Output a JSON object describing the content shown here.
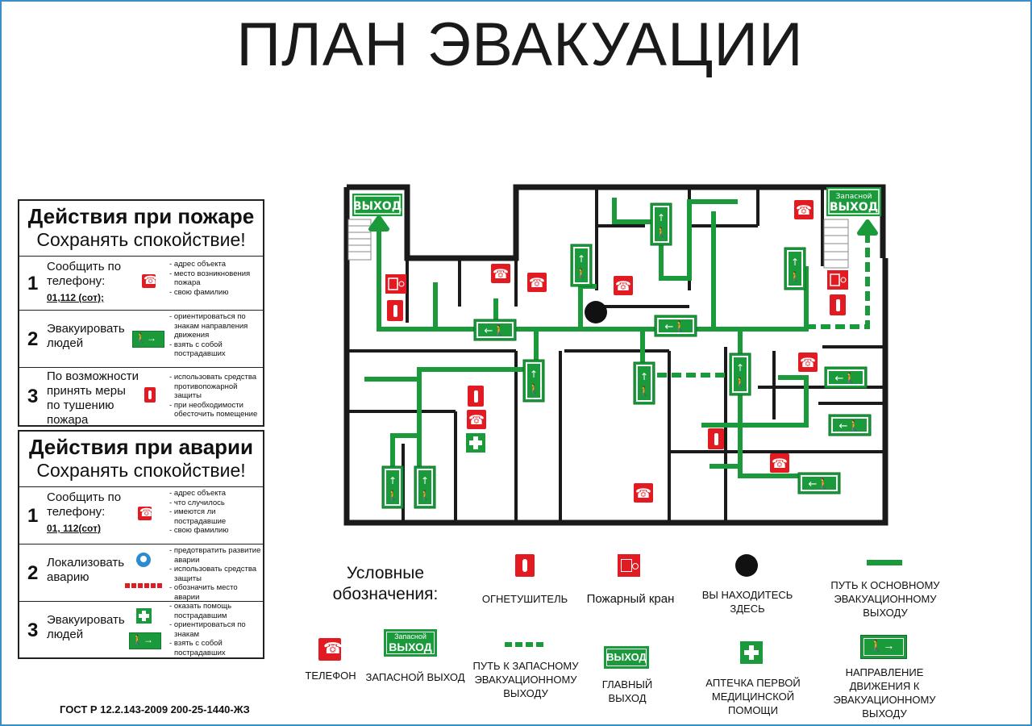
{
  "title": "ПЛАН ЭВАКУАЦИИ",
  "fire_panel": {
    "title": "Действия при пожаре",
    "subtitle": "Сохранять спокойствие!",
    "steps": [
      {
        "num": "1",
        "text": "Сообщить по телефону:",
        "phone": "01,112 (сот);",
        "icon": "phone-icon",
        "notes": [
          "адрес объекта",
          "место возникновения пожара",
          "свою фамилию"
        ]
      },
      {
        "num": "2",
        "text": "Эвакуировать людей",
        "icon": "exit-direction-icon",
        "notes": [
          "ориентироваться по знакам направления движения",
          "взять с собой пострадавших"
        ]
      },
      {
        "num": "3",
        "text": "По возможности принять меры по тушению пожара",
        "icon": "extinguisher-icon",
        "notes": [
          "использовать средства противопожарной защиты",
          "при необходимости обесточить помещение"
        ]
      }
    ]
  },
  "accident_panel": {
    "title": "Действия при аварии",
    "subtitle": "Сохранять спокойствие!",
    "steps": [
      {
        "num": "1",
        "text": "Сообщить по телефону:",
        "phone": "01, 112(сот)",
        "icon": "phone-icon",
        "notes": [
          "адрес объекта",
          "что случилось",
          "имеются ли пострадавшие",
          "свою фамилию"
        ]
      },
      {
        "num": "2",
        "text": "Локализовать аварию",
        "icon": "mask-icon",
        "notes": [
          "предотвратить развитие аварии",
          "использовать средства защиты",
          "обозначить место аварии"
        ]
      },
      {
        "num": "3",
        "text": "Эвакуировать людей",
        "icon": "first-aid-icon",
        "notes": [
          "оказать помощь пострадавшим",
          "ориентироваться по знакам",
          "взять с собой пострадавших"
        ]
      }
    ]
  },
  "gost": "ГОСТ Р 12.2.143-2009 200-25-1440-ЖЗ",
  "plan": {
    "signs": {
      "main_exit": "ВЫХОД",
      "spare_exit_top": "Запасной",
      "spare_exit_bottom": "ВЫХОД"
    },
    "colors": {
      "wall": "#1a1a1a",
      "route": "#1b9a3c",
      "sign_red": "#e21b23",
      "sign_green": "#1b9a3c"
    }
  },
  "legend": {
    "title": "Условные обозначения:",
    "items": {
      "extinguisher": "ОГНЕТУШИТЕЛЬ",
      "hydrant": "Пожарный кран",
      "you_are_here": "ВЫ НАХОДИТЕСЬ ЗДЕСЬ",
      "main_route": "ПУТЬ К ОСНОВНОМУ ЭВАКУАЦИОННОМУ ВЫХОДУ",
      "phone": "ТЕЛЕФОН",
      "spare_exit": "ЗАПАСНОЙ ВЫХОД",
      "spare_route": "ПУТЬ К ЗАПАСНОМУ ЭВАКУАЦИОННОМУ ВЫХОДУ",
      "main_exit": "ГЛАВНЫЙ ВЫХОД",
      "first_aid": "АПТЕЧКА ПЕРВОЙ МЕДИЦИНСКОЙ ПОМОЩИ",
      "direction": "НАПРАВЛЕНИЕ ДВИЖЕНИЯ К ЭВАКУАЦИОННОМУ ВЫХОДУ"
    }
  }
}
